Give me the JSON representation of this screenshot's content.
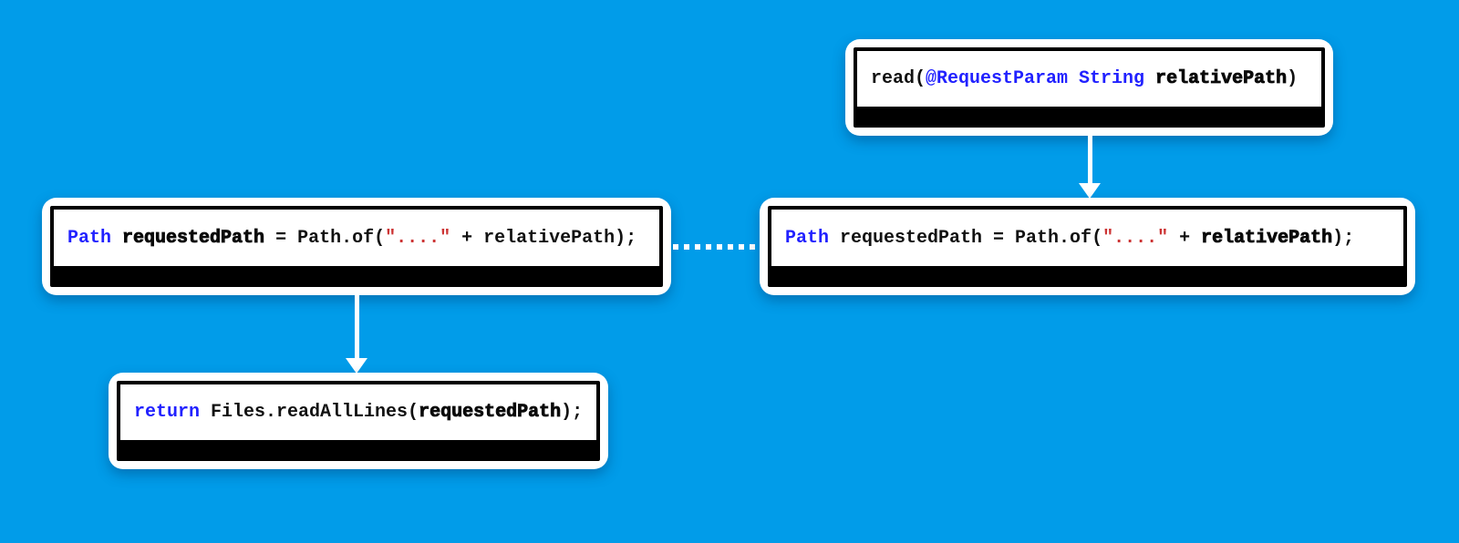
{
  "diagram": {
    "background_color": "#019CE9",
    "colors": {
      "keyword": "#2121FF",
      "string_literal": "#CC3333",
      "code_text": "#111111",
      "node_background": "#FFFFFF",
      "node_border": "#000000",
      "connector": "#FFFFFF"
    },
    "nodes": {
      "read_method": {
        "code": "read(@RequestParam String relativePath)",
        "tokens": [
          {
            "text": "read(",
            "type": "plain"
          },
          {
            "text": "@RequestParam String",
            "type": "keyword"
          },
          {
            "text": " ",
            "type": "plain"
          },
          {
            "text": "relativePath",
            "type": "emphasis"
          },
          {
            "text": ")",
            "type": "plain"
          }
        ]
      },
      "path_assignment_left": {
        "code": "Path requestedPath = Path.of(\"....\" + relativePath);",
        "tokens": [
          {
            "text": "Path",
            "type": "keyword"
          },
          {
            "text": " ",
            "type": "plain"
          },
          {
            "text": "requestedPath",
            "type": "emphasis"
          },
          {
            "text": " = Path.of(",
            "type": "plain"
          },
          {
            "text": "\"....\"",
            "type": "string"
          },
          {
            "text": " + relativePath);",
            "type": "plain"
          }
        ]
      },
      "path_assignment_right": {
        "code": "Path requestedPath = Path.of(\"....\" + relativePath);",
        "tokens": [
          {
            "text": "Path",
            "type": "keyword"
          },
          {
            "text": " requestedPath = Path.of(",
            "type": "plain"
          },
          {
            "text": "\"....\"",
            "type": "string"
          },
          {
            "text": " + ",
            "type": "plain"
          },
          {
            "text": "relativePath",
            "type": "emphasis"
          },
          {
            "text": ");",
            "type": "plain"
          }
        ]
      },
      "return_statement": {
        "code": "return Files.readAllLines(requestedPath);",
        "tokens": [
          {
            "text": "return",
            "type": "keyword"
          },
          {
            "text": " Files.readAllLines(",
            "type": "plain"
          },
          {
            "text": "requestedPath",
            "type": "emphasis"
          },
          {
            "text": ");",
            "type": "plain"
          }
        ]
      }
    },
    "edges": [
      {
        "from": "read_method",
        "to": "path_assignment_right",
        "style": "solid",
        "arrowhead": true,
        "direction": "down"
      },
      {
        "from": "path_assignment_left",
        "to": "return_statement",
        "style": "solid",
        "arrowhead": true,
        "direction": "down"
      },
      {
        "from": "path_assignment_left",
        "to": "path_assignment_right",
        "style": "dotted",
        "arrowhead": false,
        "direction": "horizontal"
      }
    ]
  }
}
